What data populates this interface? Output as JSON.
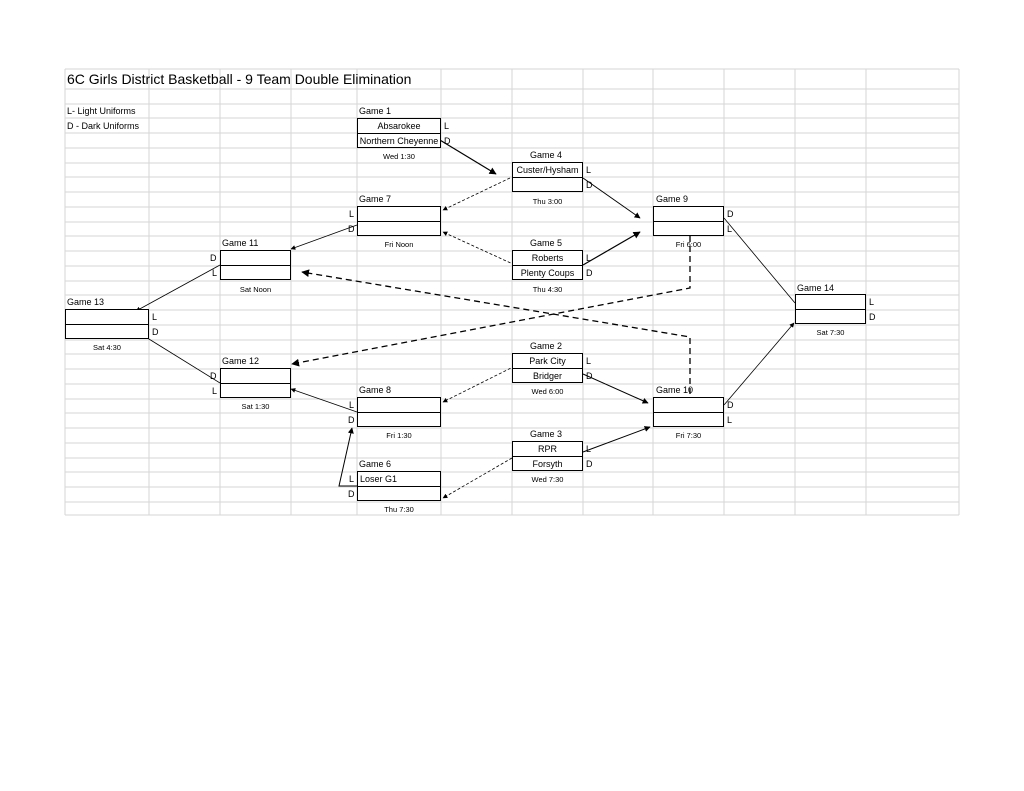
{
  "title": "6C Girls District Basketball - 9 Team Double Elimination",
  "legend": {
    "light": "L- Light Uniforms",
    "dark": "D - Dark Uniforms"
  },
  "games": {
    "g1": {
      "label": "Game 1",
      "top": "Absarokee",
      "bottom": "Northern Cheyenne",
      "top_uniform": "L",
      "bottom_uniform": "D",
      "time": "Wed 1:30"
    },
    "g2": {
      "label": "Game 2",
      "top": "Park City",
      "bottom": "Bridger",
      "top_uniform": "L",
      "bottom_uniform": "D",
      "time": "Wed 6:00"
    },
    "g3": {
      "label": "Game 3",
      "top": "RPR",
      "bottom": "Forsyth",
      "top_uniform": "L",
      "bottom_uniform": "D",
      "time": "Wed 7:30"
    },
    "g4": {
      "label": "Game 4",
      "top": "Custer/Hysham",
      "bottom": "",
      "top_uniform": "L",
      "bottom_uniform": "D",
      "time": "Thu 3:00"
    },
    "g5": {
      "label": "Game 5",
      "top": "Roberts",
      "bottom": "Plenty Coups",
      "top_uniform": "L",
      "bottom_uniform": "D",
      "time": "Thu 4:30"
    },
    "g6": {
      "label": "Game 6",
      "top": "Loser G1",
      "bottom": "",
      "top_uniform": "L",
      "bottom_uniform": "D",
      "time": "Thu 7:30"
    },
    "g7": {
      "label": "Game 7",
      "top": "",
      "bottom": "",
      "top_uniform": "L",
      "bottom_uniform": "D",
      "time": "Fri Noon"
    },
    "g8": {
      "label": "Game 8",
      "top": "",
      "bottom": "",
      "top_uniform": "L",
      "bottom_uniform": "D",
      "time": "Fri 1:30"
    },
    "g9": {
      "label": "Game 9",
      "top": "",
      "bottom": "",
      "top_uniform": "D",
      "bottom_uniform": "L",
      "time": "Fri 6:00"
    },
    "g10": {
      "label": "Game 10",
      "top": "",
      "bottom": "",
      "top_uniform": "D",
      "bottom_uniform": "L",
      "time": "Fri 7:30"
    },
    "g11": {
      "label": "Game 11",
      "top": "",
      "bottom": "",
      "top_uniform": "D",
      "bottom_uniform": "L",
      "time": "Sat Noon"
    },
    "g12": {
      "label": "Game 12",
      "top": "",
      "bottom": "",
      "top_uniform": "D",
      "bottom_uniform": "L",
      "time": "Sat 1:30"
    },
    "g13": {
      "label": "Game 13",
      "top": "",
      "bottom": "",
      "top_uniform": "L",
      "bottom_uniform": "D",
      "time": "Sat 4:30"
    },
    "g14": {
      "label": "Game 14",
      "top": "",
      "bottom": "",
      "top_uniform": "L",
      "bottom_uniform": "D",
      "time": "Sat 7:30"
    }
  }
}
